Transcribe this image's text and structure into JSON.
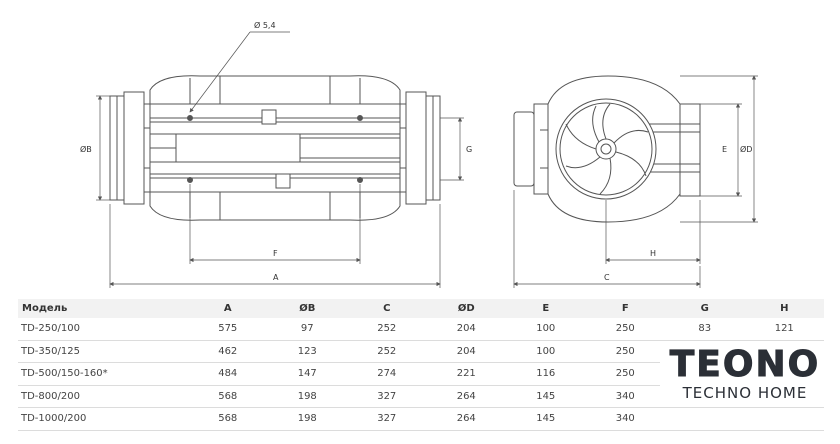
{
  "drawing": {
    "hole_label": "Ø 5,4",
    "dims": {
      "A": "A",
      "B": "ØB",
      "C": "C",
      "D": "ØD",
      "E": "E",
      "F": "F",
      "G": "G",
      "H": "H"
    }
  },
  "table": {
    "headers": [
      "Модель",
      "A",
      "ØB",
      "C",
      "ØD",
      "E",
      "F",
      "G",
      "H"
    ],
    "rows": [
      [
        "TD-250/100",
        "575",
        "97",
        "252",
        "204",
        "100",
        "250",
        "83",
        "121"
      ],
      [
        "TD-350/125",
        "462",
        "123",
        "252",
        "204",
        "100",
        "250",
        "",
        ""
      ],
      [
        "TD-500/150-160*",
        "484",
        "147",
        "274",
        "221",
        "116",
        "250",
        "",
        ""
      ],
      [
        "TD-800/200",
        "568",
        "198",
        "327",
        "264",
        "145",
        "340",
        "",
        ""
      ],
      [
        "TD-1000/200",
        "568",
        "198",
        "327",
        "264",
        "145",
        "340",
        "",
        ""
      ]
    ]
  },
  "logo": {
    "main": "TEONO",
    "sub": "TECHNO HOME"
  }
}
